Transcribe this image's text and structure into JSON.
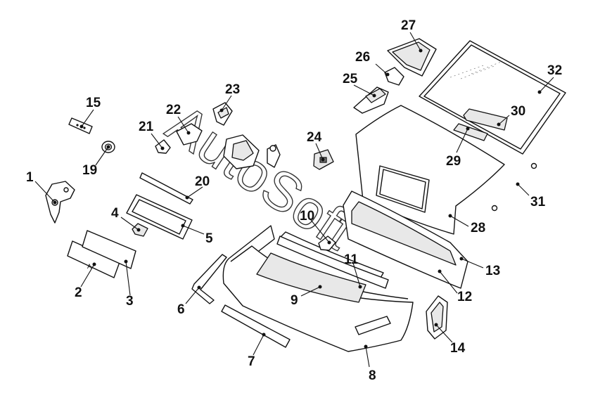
{
  "watermark": "AutoSoft",
  "callouts": [
    "1",
    "2",
    "3",
    "4",
    "5",
    "6",
    "7",
    "8",
    "9",
    "10",
    "11",
    "12",
    "13",
    "14",
    "15",
    "19",
    "20",
    "21",
    "22",
    "23",
    "24",
    "25",
    "26",
    "27",
    "28",
    "29",
    "30",
    "31",
    "32"
  ]
}
